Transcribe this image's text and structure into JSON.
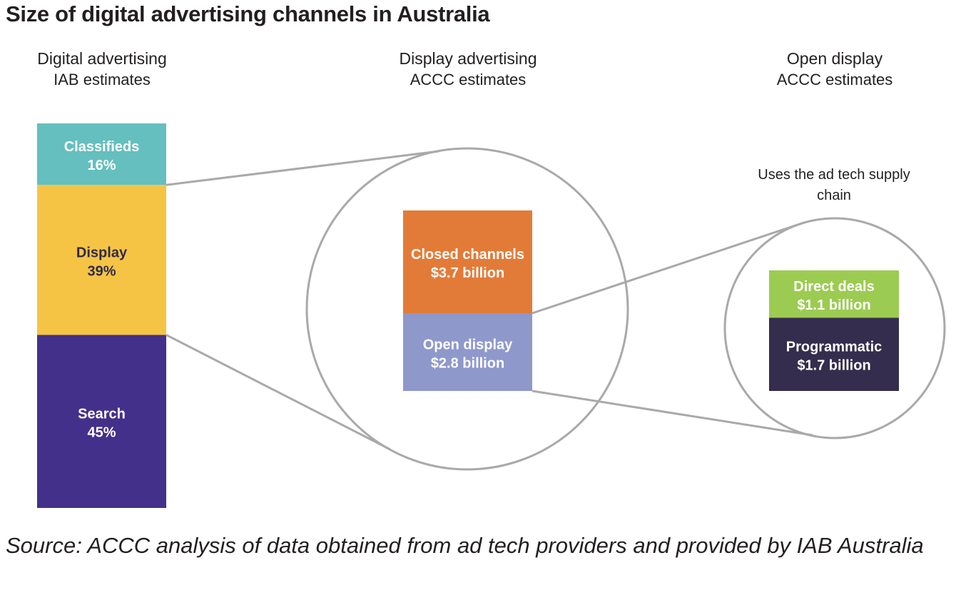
{
  "title": "Size of digital advertising channels in Australia",
  "columns": [
    {
      "heading": "Digital advertising",
      "subheading": "IAB estimates"
    },
    {
      "heading": "Display advertising",
      "subheading": "ACCC estimates"
    },
    {
      "heading": "Open display",
      "subheading": "ACCC estimates"
    }
  ],
  "note": "Uses the ad tech supply chain",
  "colors": {
    "classifieds": "#65bfbf",
    "display": "#f6c445",
    "search": "#43308a",
    "closed": "#e37b38",
    "open": "#8f98cb",
    "direct": "#9ccb52",
    "programmatic": "#342d4d",
    "connector": "#a9a9a9"
  },
  "chart_data": [
    {
      "type": "bar",
      "stacked": true,
      "categories": [
        "Classifieds",
        "Display",
        "Search"
      ],
      "values": [
        16,
        39,
        45
      ],
      "labels": [
        "16%",
        "39%",
        "45%"
      ],
      "unit": "%"
    },
    {
      "type": "bar",
      "stacked": true,
      "categories": [
        "Closed channels",
        "Open display"
      ],
      "values": [
        3.7,
        2.8
      ],
      "labels": [
        "$3.7 billion",
        "$2.8 billion"
      ],
      "unit": "billion AUD"
    },
    {
      "type": "bar",
      "stacked": true,
      "categories": [
        "Direct deals",
        "Programmatic"
      ],
      "values": [
        1.1,
        1.7
      ],
      "labels": [
        "$1.1 billion",
        "$1.7 billion"
      ],
      "unit": "billion AUD"
    }
  ],
  "source": "Source: ACCC analysis of data obtained from ad tech providers and provided by IAB Australia"
}
